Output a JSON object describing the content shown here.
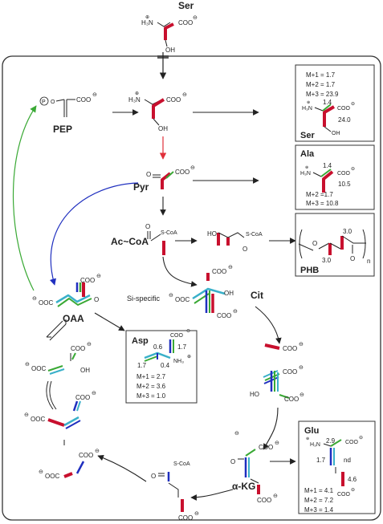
{
  "colors": {
    "red": "#c8102e",
    "green": "#3aa935",
    "blue": "#1f2fbf",
    "cyan": "#39b0c9",
    "arrow_black": "#222222",
    "arrow_red": "#e0303a",
    "arrow_green": "#3aa935",
    "arrow_blue": "#1f2fbf",
    "frame": "#333333"
  },
  "labels": {
    "ser_top": "Ser",
    "pep": "PEP",
    "pyr": "Pyr",
    "accoa": "Ac~CoA",
    "oaa": "OAA",
    "cit": "Cit",
    "akg": "α-KG",
    "si_specific": "Si-specific"
  },
  "groups": {
    "h3n": "H₃N",
    "coo": "COO",
    "ooc": "OOC",
    "oh": "OH",
    "o": "O",
    "p": "P",
    "s_coa": "S-CoA",
    "ho": "HO",
    "nh3": "NH₃",
    "n": "n",
    "plus": "+",
    "minus": "−"
  },
  "ser_box": {
    "title": "Ser",
    "m1": "M+1 = 1.7",
    "m2": "M+2 = 1.7",
    "m3": "M+3 = 23.9",
    "c2": "1.4",
    "c3": "24.0"
  },
  "ala_box": {
    "title": "Ala",
    "c2": "1.4",
    "c3": "10.5",
    "m2": "M+2 =1.7",
    "m3": "M+3 = 10.8"
  },
  "phb_box": {
    "title": "PHB",
    "v1": "3.0",
    "v2": "3.0"
  },
  "asp_box": {
    "title": "Asp",
    "c1": "0.6",
    "c2": "1.7",
    "c3": "1.7",
    "c4": "0.4",
    "m1": "M+1 = 2.7",
    "m2": "M+2 = 3.6",
    "m3": "M+3 = 1.0"
  },
  "glu_box": {
    "title": "Glu",
    "c1": "2.9",
    "c2": "1.7",
    "c3": "nd",
    "c4": "4.6",
    "m1": "M+1 = 4.1",
    "m2": "M+2 = 7.2",
    "m3": "M+3 = 1.4"
  }
}
